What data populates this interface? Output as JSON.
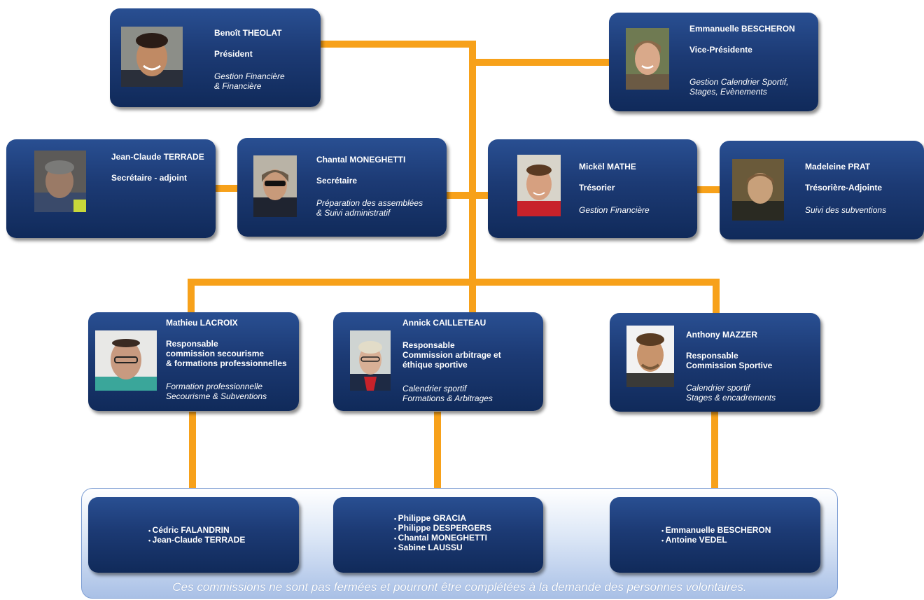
{
  "colors": {
    "connector": "#f7a11a",
    "box_top": "#294f92",
    "box_bottom": "#102a5a",
    "panel": "#a9c0e6"
  },
  "people": {
    "president": {
      "name": "Benoît THEOLAT",
      "role": "Président",
      "task1": "Gestion Financière",
      "task2": "& Financière"
    },
    "vice_president": {
      "name": "Emmanuelle BESCHERON",
      "role": "Vice-Présidente",
      "task1": "Gestion Calendrier Sportif,",
      "task2": "Stages, Evènements"
    },
    "secretary_deputy": {
      "name": "Jean-Claude TERRADE",
      "role": "Secrétaire - adjoint"
    },
    "secretary": {
      "name": "Chantal MONEGHETTI",
      "role": "Secrétaire",
      "task1": "Préparation des assemblées",
      "task2": "& Suivi administratif"
    },
    "treasurer": {
      "name": "Mickël MATHE",
      "role": "Trésorier",
      "task1": "Gestion Financière"
    },
    "treasurer_deputy": {
      "name": "Madeleine PRAT",
      "role": "Trésorière-Adjointe",
      "task1": "Suivi des subventions"
    },
    "first_aid": {
      "name": "Mathieu LACROIX",
      "role1": "Responsable",
      "role2": "commission secourisme",
      "role3": "& formations professionnelles",
      "task1": "Formation professionnelle",
      "task2": "Secourisme & Subventions"
    },
    "refereeing": {
      "name": "Annick CAILLETEAU",
      "role1": "Responsable",
      "role2": "Commission arbitrage et",
      "role3": "éthique sportive",
      "task1": "Calendrier sportif",
      "task2": "Formations & Arbitrages"
    },
    "sports": {
      "name": "Anthony MAZZER",
      "role1": "Responsable",
      "role2": "Commission Sportive",
      "task1": "Calendrier sportif",
      "task2": "Stages & encadrements"
    }
  },
  "commissions": {
    "first_aid_members": [
      "Cédric FALANDRIN",
      "Jean-Claude TERRADE"
    ],
    "refereeing_members": [
      "Philippe GRACIA",
      "Philippe DESPERGERS",
      "Chantal MONEGHETTI",
      "Sabine LAUSSU"
    ],
    "sports_members": [
      "Emmanuelle BESCHERON",
      "Antoine VEDEL"
    ]
  },
  "footer_note": "Ces commissions ne sont pas fermées et pourront être complétées à la demande des personnes volontaires."
}
